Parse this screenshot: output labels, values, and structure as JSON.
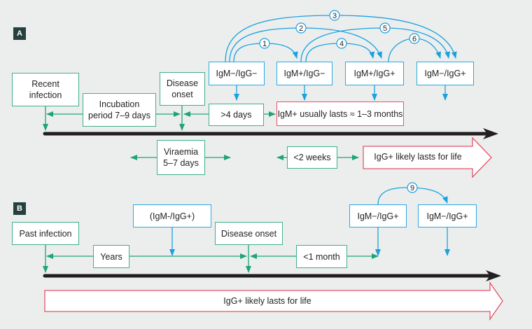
{
  "panels": {
    "a": {
      "label": "A",
      "events": {
        "recent_infection": [
          "Recent",
          "infection"
        ],
        "incubation": [
          "Incubation",
          "period 7–9 days"
        ],
        "disease_onset": [
          "Disease",
          "onset"
        ],
        "gt4days": ">4 days",
        "viraemia": [
          "Viraemia",
          "5–7 days"
        ],
        "lt2weeks": "<2 weeks"
      },
      "states": [
        "IgM−/IgG−",
        "IgM+/IgG−",
        "IgM+/IgG+",
        "IgM−/IgG+"
      ],
      "igm_duration": "IgM+ usually lasts ≈ 1–3 months",
      "igg_duration": "IgG+ likely lasts for life",
      "transitions": [
        {
          "n": "1",
          "from": "IgM−/IgG−",
          "to": "IgM+/IgG−"
        },
        {
          "n": "2",
          "from": "IgM−/IgG−",
          "to": "IgM+/IgG+"
        },
        {
          "n": "3",
          "from": "IgM−/IgG−",
          "to": "IgM−/IgG+"
        },
        {
          "n": "4",
          "from": "IgM+/IgG−",
          "to": "IgM+/IgG+"
        },
        {
          "n": "5",
          "from": "IgM+/IgG−",
          "to": "IgM−/IgG+"
        },
        {
          "n": "6",
          "from": "IgM+/IgG+",
          "to": "IgM−/IgG+"
        }
      ]
    },
    "b": {
      "label": "B",
      "events": {
        "past_infection": "Past infection",
        "years": "Years",
        "prior_state": "(IgM-/IgG+)",
        "disease_onset": "Disease onset",
        "lt1month": "<1 month"
      },
      "states": [
        "IgM−/IgG+",
        "IgM−/IgG+"
      ],
      "igg_duration": "IgG+ likely lasts for life",
      "transitions": [
        {
          "n": "9",
          "from": "IgM−/IgG+",
          "to": "IgM−/IgG+"
        }
      ]
    }
  },
  "colors": {
    "green": "#1fa477",
    "blue": "#1ba1de",
    "red": "#e3536a",
    "timeline": "#231f20",
    "label_bg": "#26403d"
  }
}
